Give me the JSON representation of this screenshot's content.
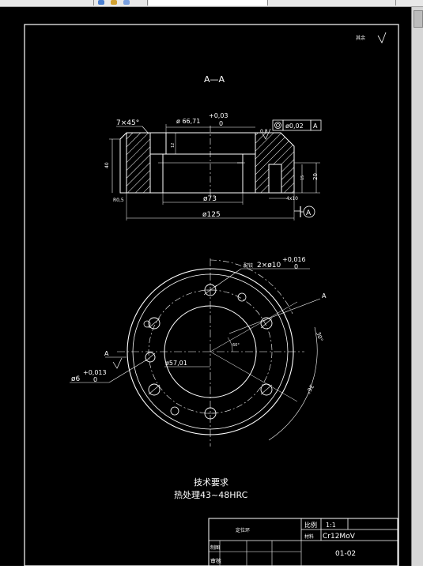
{
  "drawing": {
    "section_title": "A—A",
    "chamfer": "7×45°",
    "dim_dia_6671": "ø 66,71",
    "tol_upper_003": "+0,03",
    "tol_lower_0": "0",
    "roughness_08": "0.8",
    "geo_tolerance": "ø0,02",
    "datum_ref": "A",
    "dim_40": "40",
    "dim_12": "12",
    "dim_r05": "R0,5",
    "dim_dia73": "ø73",
    "dim_dia125": "ø125",
    "dim_20": "20",
    "dim_15": "15",
    "dim_4x10": "4x10",
    "datum_label": "A",
    "hole_note": "2×ø10",
    "hole_tol_upper": "+0,016",
    "hole_tol_lower": "0",
    "hole_prefix": "配铰",
    "section_mark_top": "A",
    "section_mark_left": "A",
    "dim_5701": "ø57,01",
    "pin_dia": "ø6",
    "pin_tol_upper": "+0,013",
    "pin_tol_lower": "0",
    "angle_60": "60°",
    "angle_30": "30°",
    "angle_36": "36°",
    "corner_note": "其余",
    "tech_title": "技术要求",
    "tech_line": "热处理43~48HRC"
  },
  "title_block": {
    "name_cell": "定位环",
    "scale_label": "比例",
    "scale_value": "1:1",
    "material_label": "材料",
    "material_value": "Cr12MoV",
    "drawing_no": "01-02",
    "drawn_label": "制图",
    "checked_label": "审核"
  }
}
